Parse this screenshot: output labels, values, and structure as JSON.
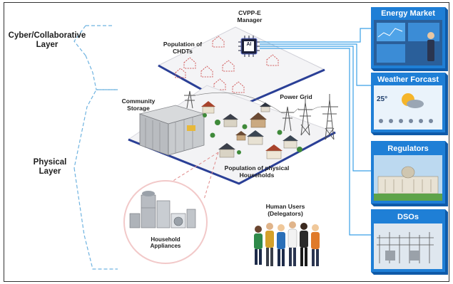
{
  "layers": {
    "cyber": "Cyber/Collaborative\nLayer",
    "physical": "Physical\nLayer"
  },
  "manager": {
    "label": "CVPP-E\nManager",
    "chip_text": "AI"
  },
  "labels": {
    "chdts": "Population of\nCHDTs",
    "community_storage": "Community\nStorage",
    "power_grid": "Power Grid",
    "physical_households": "Population of physical\nHouseholds",
    "household_appliances": "Household\nAppliances",
    "human_users": "Human Users\n(Delegators)"
  },
  "panels": [
    {
      "title": "Energy Market"
    },
    {
      "title": "Weather Forcast"
    },
    {
      "title": "Regulators"
    },
    {
      "title": "DSOs"
    }
  ],
  "weather": {
    "temperature": "25°"
  },
  "colors": {
    "panel_blue": "#1f7fd6",
    "panel_dark": "#0f5aa8",
    "connector_blue": "#3aa0e6",
    "dashed_blue": "#6fb3e0",
    "red_dashed": "#e08a8a",
    "platform_edge": "#2a3f96"
  }
}
